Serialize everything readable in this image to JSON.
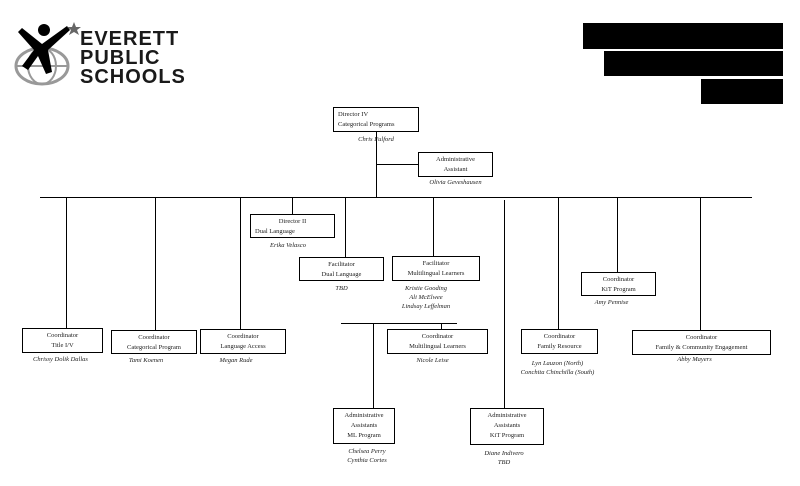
{
  "logo": {
    "line1": "EVERETT",
    "line2": "PUBLIC",
    "line3": "SCHOOLS"
  },
  "director": {
    "title1": "Director IV",
    "title2": "Categorical Programs",
    "name": "Chris Fulford"
  },
  "admin_assistant": {
    "title1": "Administrative",
    "title2": "Assistant",
    "name": "Olivia Geveshausen"
  },
  "dual_director": {
    "title1": "Director II",
    "title2": "Dual Language",
    "name": "Erika Velasco"
  },
  "dual_facilitator": {
    "title1": "Facilitator",
    "title2": "Dual Language",
    "name": "TBD"
  },
  "ml_facilitator": {
    "title1": "Facilitator",
    "title2": "Multilingual Learners",
    "names": [
      "Kristie Gooding",
      "Ali McElwee",
      "Lindsay Leffelman"
    ]
  },
  "kit_coord": {
    "title1": "Coordinator",
    "title2": "KiT Program",
    "name": "Amy Pennise"
  },
  "title1_coord": {
    "title1": "Coordinator",
    "title2": "Title I/V",
    "name": "Chrissy Dolik Dallas"
  },
  "cat_coord": {
    "title1": "Coordinator",
    "title2": "Categorical Program",
    "name": "Tami Koenen"
  },
  "lang_coord": {
    "title1": "Coordinator",
    "title2": "Language Access",
    "name": "Megan Rude"
  },
  "ml_coord": {
    "title1": "Coordinator",
    "title2": "Multilingual Learners",
    "name": "Nicole Leise"
  },
  "family_coord": {
    "title1": "Coordinator",
    "title2": "Family Resource",
    "names": [
      "Lyn Lauzon (North)",
      "Conchita Chinchilla (South)"
    ]
  },
  "engage_coord": {
    "title1": "Coordinator",
    "title2": "Family & Community Engagement",
    "name": "Abby Mayers"
  },
  "ml_admin": {
    "title1": "Administrative",
    "title2": "Assistants",
    "title3": "ML Program",
    "names": [
      "Chelsea Perry",
      "Cynthia Cortes"
    ]
  },
  "kit_admin": {
    "title1": "Administrative",
    "title2": "Assistants",
    "title3": "KiT Program",
    "names": [
      "Diane Indivero",
      "TBD"
    ]
  }
}
